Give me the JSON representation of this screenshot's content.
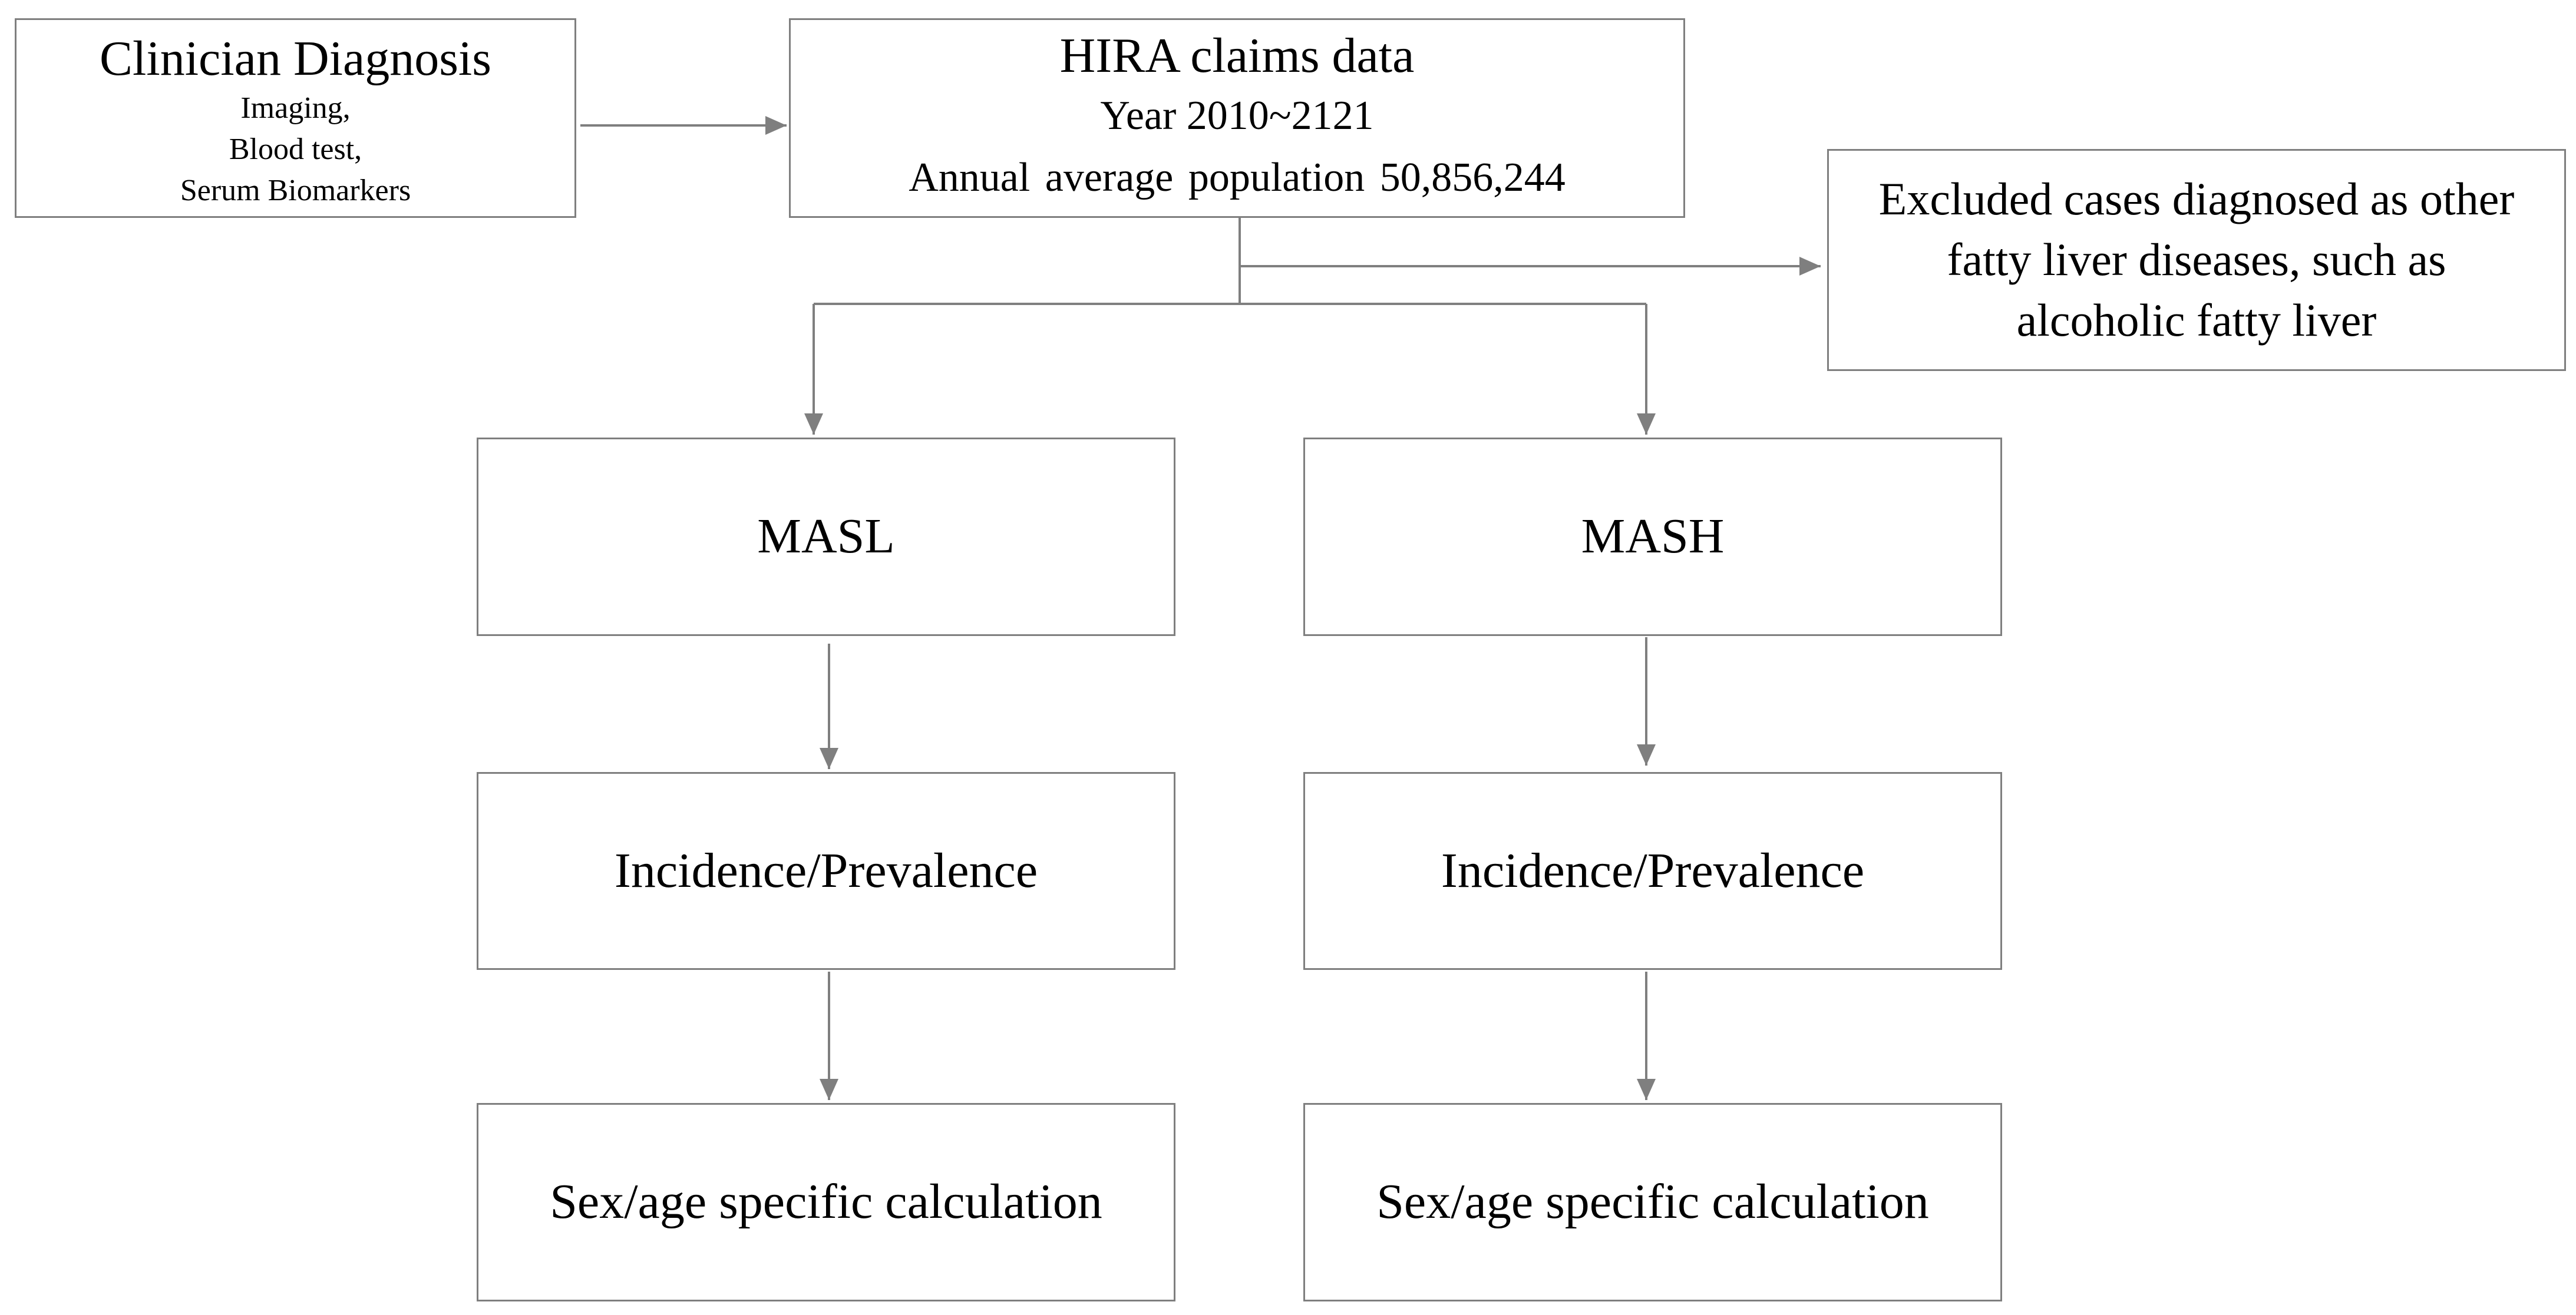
{
  "colors": {
    "border": "#7f7f7f",
    "arrow": "#7f7f7f",
    "text": "#000000",
    "background": "#ffffff"
  },
  "clinician": {
    "title": "Clinician Diagnosis",
    "details": [
      "Imaging,",
      "Blood test,",
      "Serum Biomarkers"
    ]
  },
  "hira": {
    "title": "HIRA claims data",
    "years": "Year 2010~2121",
    "population": "Annual average population 50,856,244"
  },
  "excluded": {
    "lines": [
      "Excluded cases diagnosed as other",
      "fatty liver diseases, such as",
      "alcoholic fatty liver"
    ]
  },
  "masl": {
    "label": "MASL",
    "incidence": "Incidence/Prevalence",
    "calculation": "Sex/age specific calculation"
  },
  "mash": {
    "label": "MASH",
    "incidence": "Incidence/Prevalence",
    "calculation": "Sex/age specific calculation"
  }
}
